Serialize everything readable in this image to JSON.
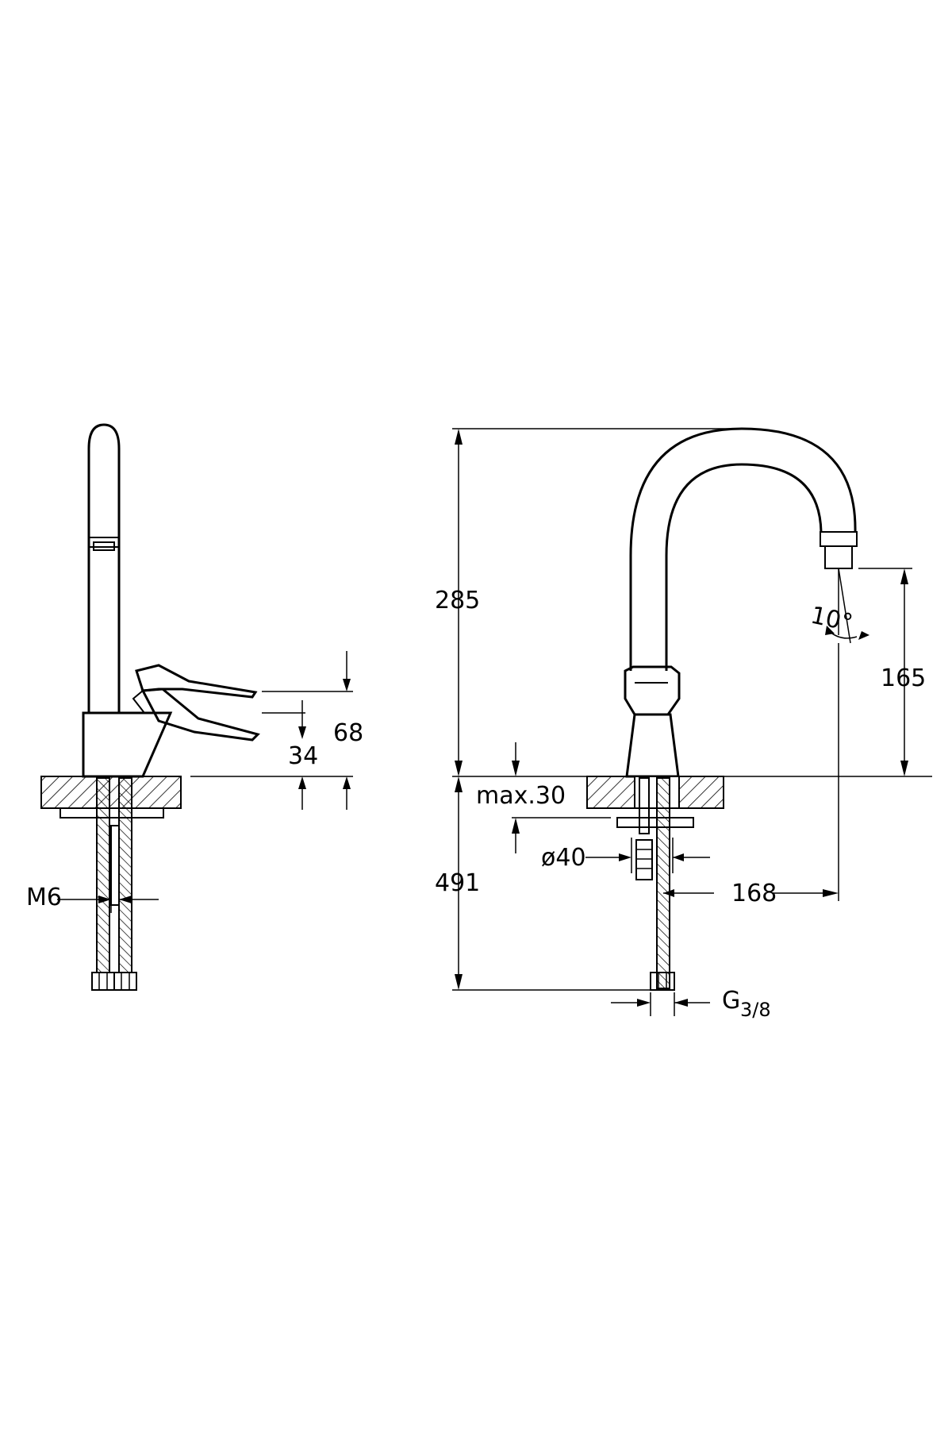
{
  "dimensions": {
    "side_lever_upper": "68",
    "side_lever_lower": "34",
    "side_thread": "M6",
    "height_above_deck": "285",
    "deck_thickness": "max.30",
    "hole_diameter": "ø40",
    "height_below_deck": "491",
    "outlet_height": "165",
    "spout_angle": "10°",
    "spout_reach": "168",
    "connection_thread_main": "G",
    "connection_thread_frac": "3/8"
  }
}
